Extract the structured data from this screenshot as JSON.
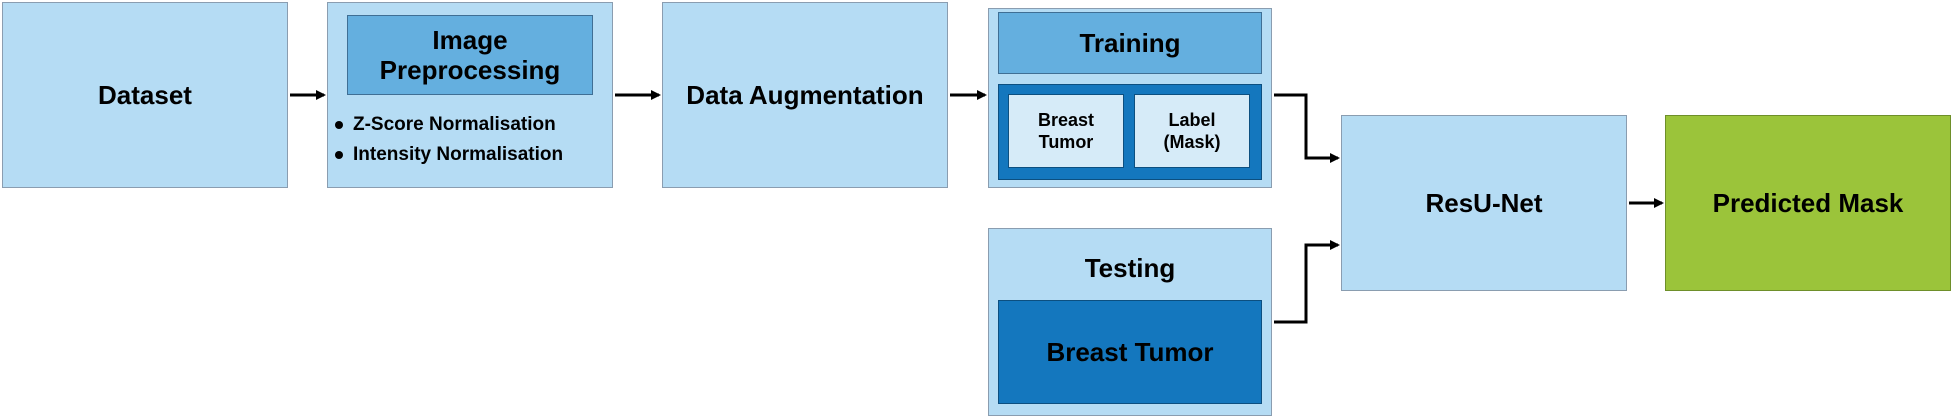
{
  "nodes": {
    "dataset": "Dataset",
    "preprocessing": {
      "title": "Image\nPreprocessing",
      "bullets": [
        "Z-Score Normalisation",
        "Intensity Normalisation"
      ]
    },
    "augmentation": "Data Augmentation",
    "training": {
      "title": "Training",
      "left": "Breast\nTumor",
      "right": "Label\n(Mask)"
    },
    "testing": {
      "title": "Testing",
      "inner": "Breast Tumor"
    },
    "model": "ResU-Net",
    "output": "Predicted Mask"
  },
  "colors": {
    "light_box": "#b5dcf4",
    "mid_box": "#64afdf",
    "dark_box": "#1477be",
    "output_box": "#9bc43a",
    "arrow": "#000000"
  }
}
